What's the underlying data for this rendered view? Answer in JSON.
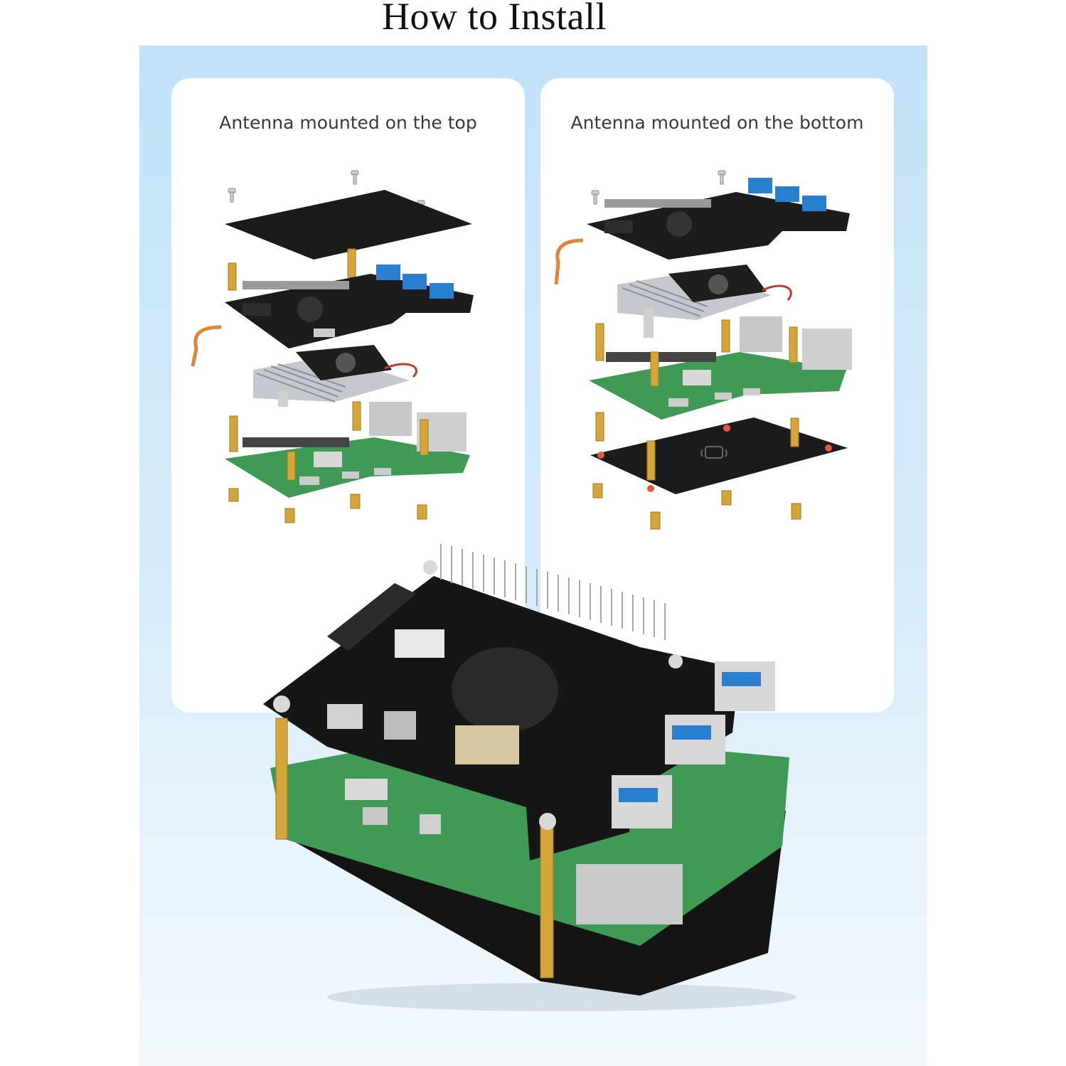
{
  "page": {
    "title": "How to Install"
  },
  "cards": [
    {
      "title": "Antenna mounted on the top"
    },
    {
      "title": "Antenna mounted on the bottom"
    }
  ],
  "colors": {
    "panel": "#cfe8f8",
    "board_black": "#1b1b1b",
    "pcb_green": "#3f9a55",
    "brass": "#d4a63a",
    "usb_blue": "#2a7fd1",
    "heatsink": "#b9bcc0"
  }
}
